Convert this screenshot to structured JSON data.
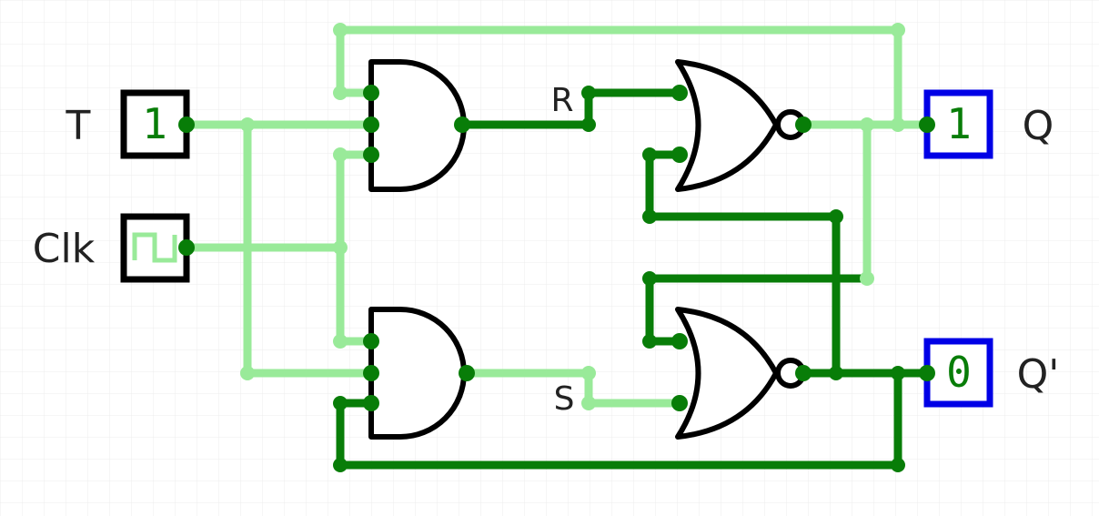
{
  "circuit": {
    "inputs": {
      "t": {
        "label": "T",
        "value": "1"
      },
      "clk": {
        "label": "Clk"
      }
    },
    "outputs": {
      "q": {
        "label": "Q",
        "value": "1"
      },
      "q_bar": {
        "label": "Q'",
        "value": "0"
      }
    },
    "wire_labels": {
      "r": "R",
      "s": "S"
    },
    "colors": {
      "wire_on": "#087d08",
      "wire_off": "#99ea99",
      "gate_stroke": "#000000",
      "input_border": "#000000",
      "output_border": "#0000e6",
      "value_text": "#087d08",
      "grid": "#ececec"
    }
  }
}
